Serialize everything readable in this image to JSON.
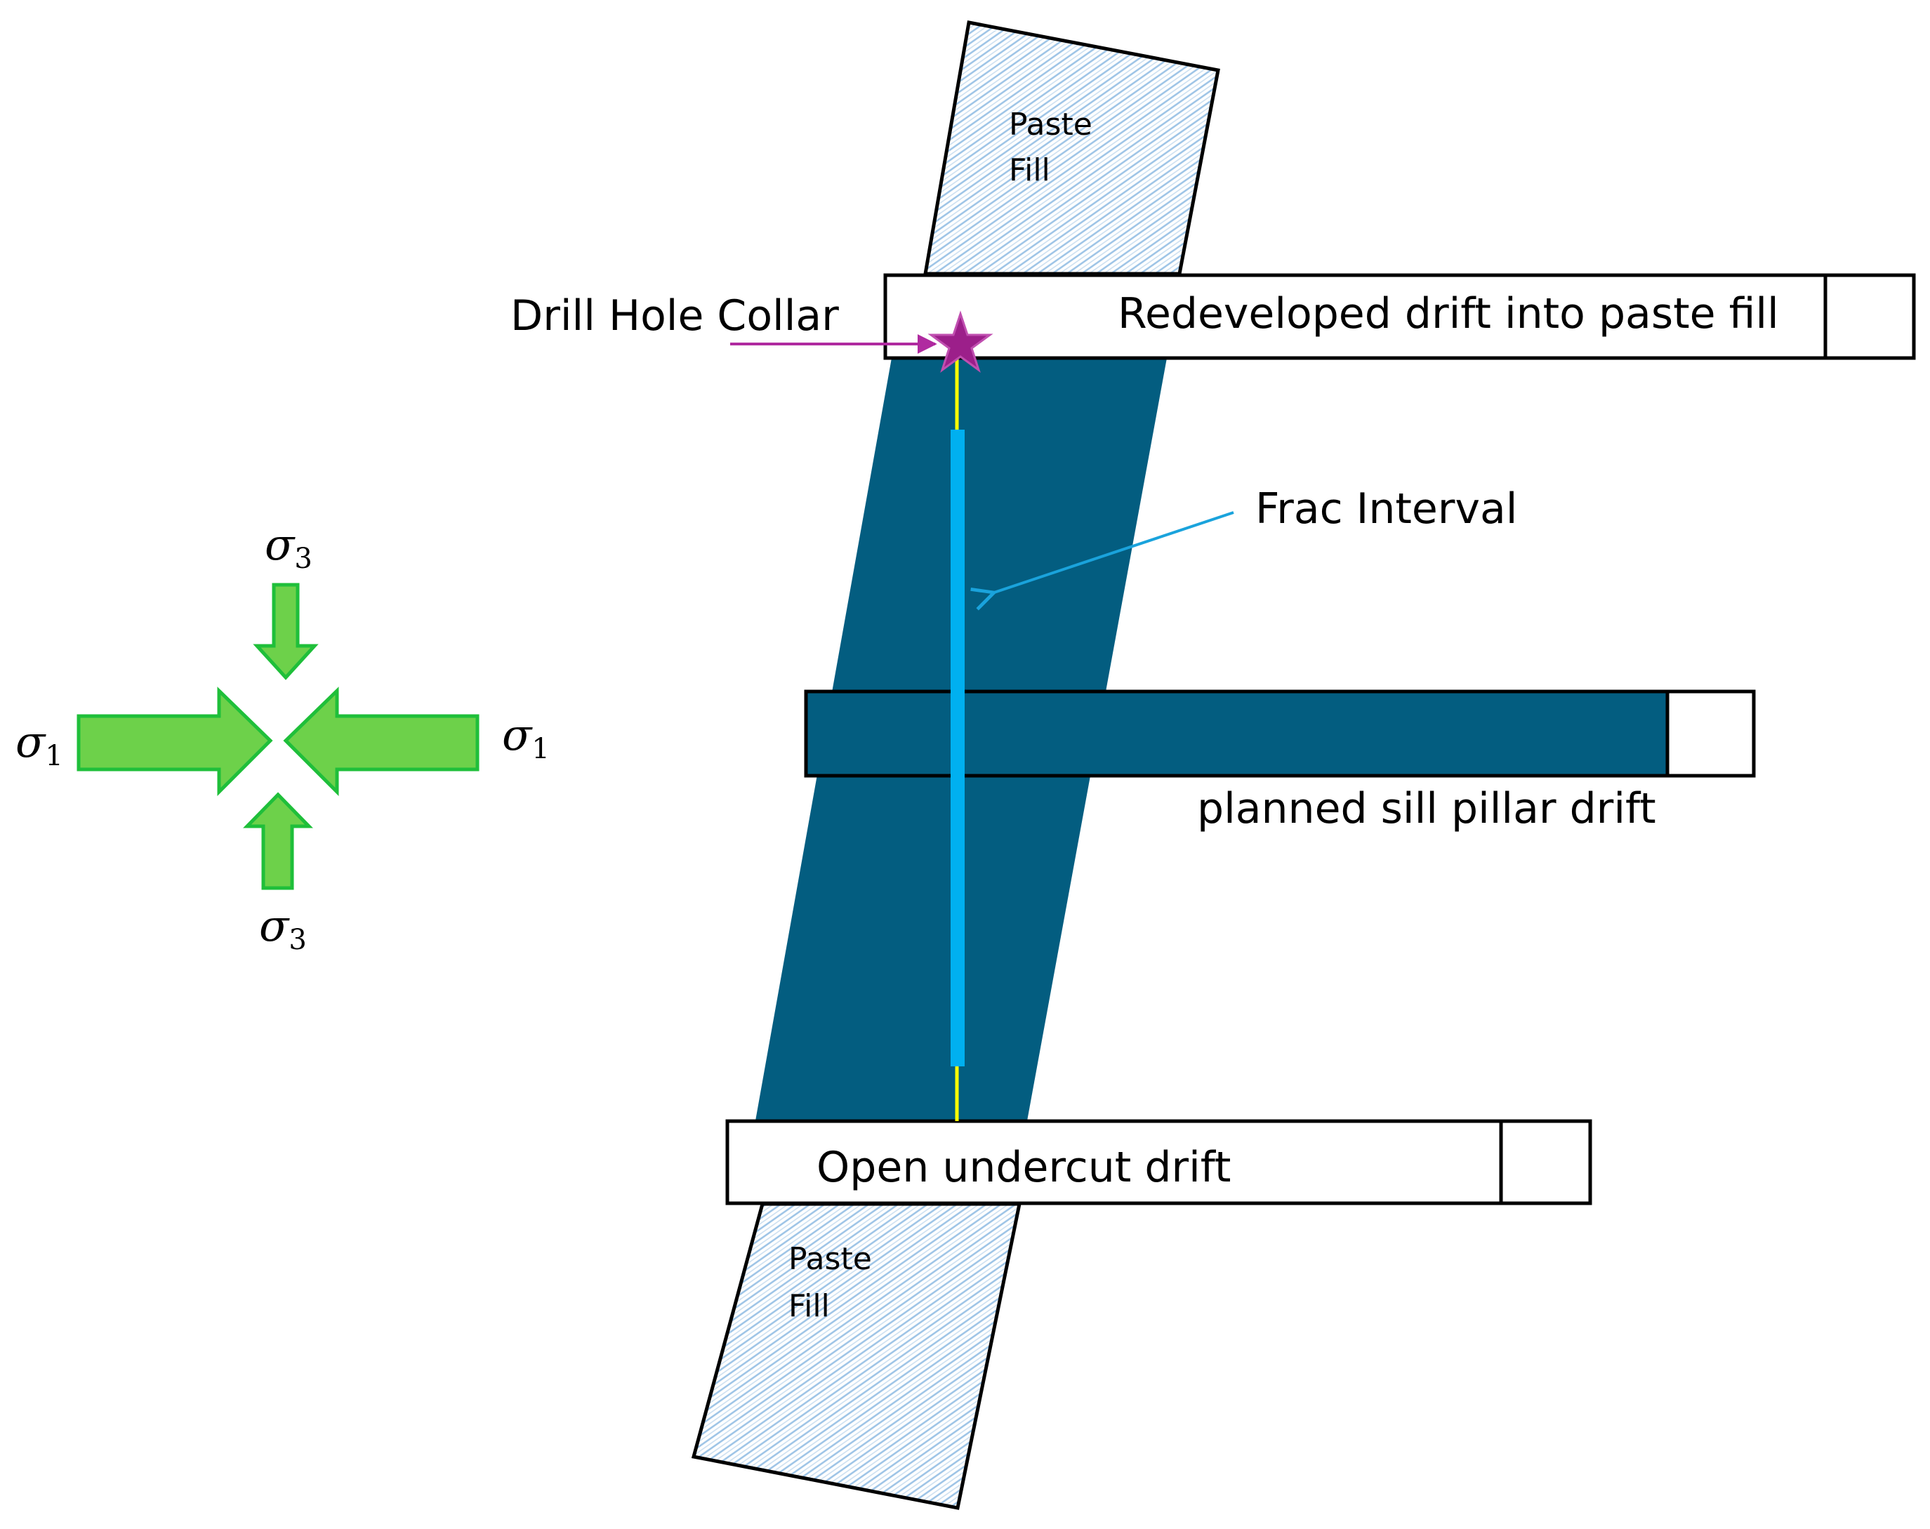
{
  "labels": {
    "paste_fill_top_line1": "Paste",
    "paste_fill_top_line2": "Fill",
    "paste_fill_bottom_line1": "Paste",
    "paste_fill_bottom_line2": "Fill",
    "drill_hole_collar": "Drill Hole Collar",
    "redeveloped_drift": "Redeveloped drift into paste fill",
    "frac_interval": "Frac Interval",
    "planned_sill_pillar_drift": "planned sill pillar drift",
    "open_undercut_drift": "Open undercut drift"
  },
  "stress": {
    "sigma": "σ",
    "sigma1_sub": "1",
    "sigma3_sub": "3"
  },
  "colors": {
    "orebody": "#035d80",
    "frac_interval": "#00b0f0",
    "drill_hole": "#ffff00",
    "collar_star": "#9c1f8a",
    "collar_arrow": "#b02aa0",
    "frac_arrow": "#1aa3dc",
    "stress_arrow_fill": "#6dd14a",
    "stress_arrow_stroke": "#1fbf3a",
    "paste_hatch": "#9cc3e6"
  }
}
